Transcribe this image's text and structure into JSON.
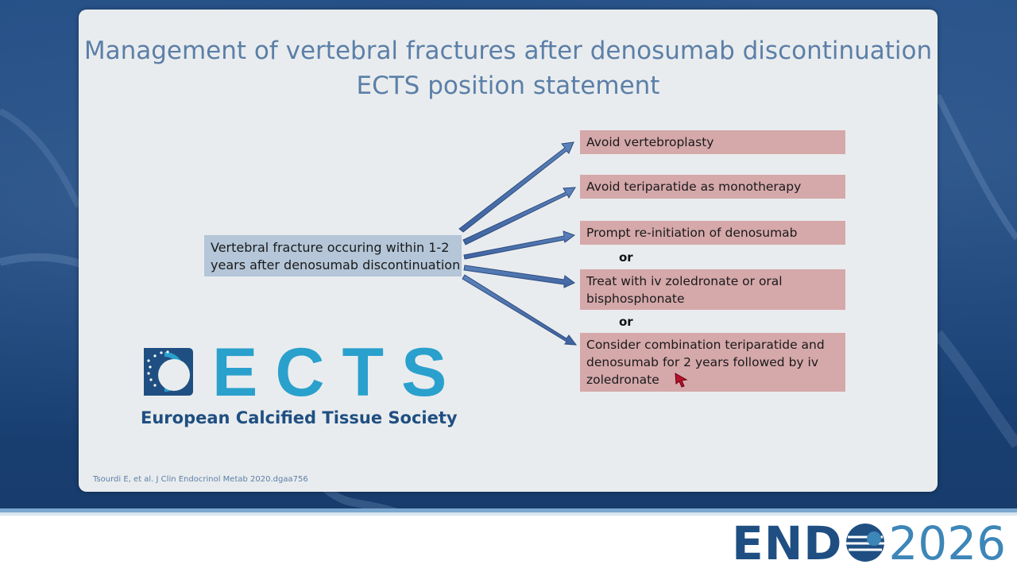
{
  "slide": {
    "title_line1": "Management of vertebral fractures after denosumab discontinuation",
    "title_line2": "ECTS position statement"
  },
  "diagram": {
    "source": "Vertebral fracture occuring within 1-2 years after denosumab discontinuation",
    "options": [
      "Avoid vertebroplasty",
      "Avoid teriparatide as monotherapy",
      "Prompt re-initiation of denosumab",
      "Treat with iv zoledronate or oral bisphosphonate",
      "Consider combination teriparatide and denosumab for 2 years followed by iv zoledronate"
    ],
    "connector_1": "or",
    "connector_2": "or"
  },
  "logo": {
    "word": "ECTS",
    "subtitle": "European Calcified Tissue Society"
  },
  "citation": "Tsourdi E, et al. J Clin Endocrinol Metab 2020.dgaa756",
  "footer": {
    "brand_left": "END",
    "brand_right": "2026"
  },
  "colors": {
    "title": "#5b7fa8",
    "source_box": "#b4c6d8",
    "option_box": "#d5a8aa",
    "arrow_fill": "#4b6fa8",
    "logo_blue": "#2aa0cd",
    "logo_navy": "#1f4f82"
  }
}
